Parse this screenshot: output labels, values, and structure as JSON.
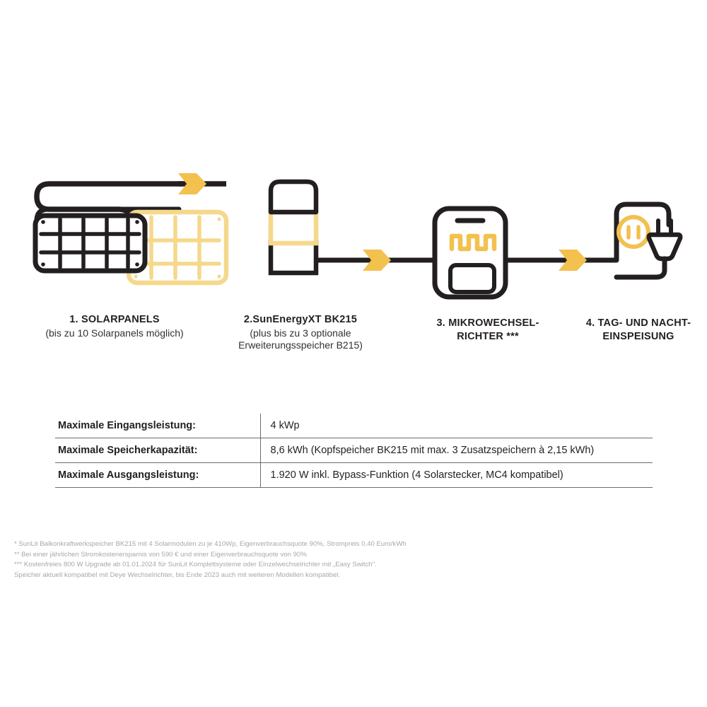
{
  "diagram": {
    "colors": {
      "ink": "#231f20",
      "accent": "#f2c14e",
      "accent_light": "#f5d88b",
      "rule": "#6b6b6b",
      "footnote": "#a8a8a8"
    },
    "steps": [
      {
        "id": "solarpanels",
        "title": "1. SOLARPANELS",
        "subtitle": "(bis zu 10 Solarpanels möglich)",
        "icon": "solar-panel-icon"
      },
      {
        "id": "speicher",
        "title": "2.SunEnergyXT BK215",
        "subtitle": "(plus bis zu 3 optionale\nErweiterungsspeicher B215)",
        "icon": "battery-stack-icon"
      },
      {
        "id": "mikrowechselrichter",
        "title": "3. MIKROWECHSEL-\nRICHTER ***",
        "subtitle": "",
        "icon": "inverter-icon"
      },
      {
        "id": "einspeisung",
        "title": "4. TAG- UND NACHT-\nEINSPEISUNG",
        "subtitle": "",
        "icon": "socket-plug-icon"
      }
    ]
  },
  "spec_table": {
    "rows": [
      {
        "key": "Maximale Eingangsleistung:",
        "value": "4 kWp"
      },
      {
        "key": "Maximale Speicherkapazität:",
        "value": "8,6 kWh (Kopfspeicher BK215 mit max. 3 Zusatzspeichern à 2,15 kWh)"
      },
      {
        "key": "Maximale Ausgangsleistung:",
        "value": "1.920 W inkl. Bypass-Funktion (4 Solarstecker, MC4 kompatibel)"
      }
    ]
  },
  "footnotes": {
    "line1": "* SunLit Balkonkraftwerkspeicher BK215 mit 4 Solarmodulen zu je 410Wp, Eigenverbrauchsquote 90%, Strompreis 0,40 Euro/kWh",
    "line2": "** Bei einer jährlichen Stromkostenersparnis von 590 € und einer Eigenverbrauchsquote von 90%",
    "line3": "*** Kostenfreies 800 W Upgrade ab 01.01.2024 für SunLit Komplettsysteme oder Einzelwechselrichter mit „Easy Switch\".",
    "line4": "     Speicher aktuell kompatibel mit Deye Wechselrichter, bis Ende 2023 auch mit weiteren Modellen kompatibel."
  }
}
